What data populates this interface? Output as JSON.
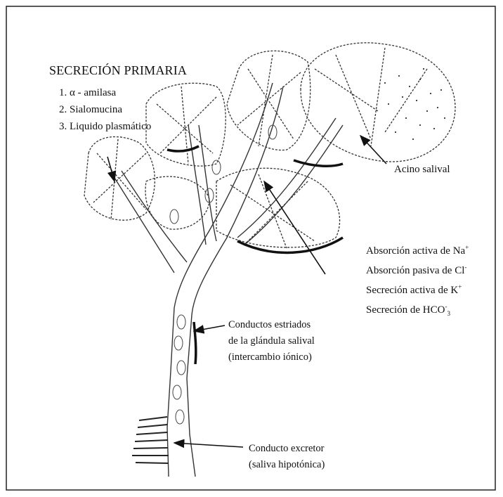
{
  "secrecion": {
    "title": "SECRECIÓN PRIMARIA",
    "items": [
      "1. α - amilasa",
      "2. Sialomucina",
      "3. Liquido plasmático"
    ]
  },
  "acino_label": "Acino salival",
  "ion_transport": {
    "na_text": "Absorción activa de Na",
    "na_sup": "+",
    "cl_text": "Absorción pasiva de Cl",
    "cl_sup": "-",
    "k_text": "Secreción activa de K",
    "k_sup": "+",
    "hco3_text": "Secreción de HCO",
    "hco3_sup": "-",
    "hco3_sub": "3"
  },
  "conductos_estriados": [
    "Conductos estriados",
    "de la glándula salival",
    "(intercambio iónico)"
  ],
  "conducto_excretor": [
    "Conducto excretor",
    "(saliva hipotónica)"
  ]
}
